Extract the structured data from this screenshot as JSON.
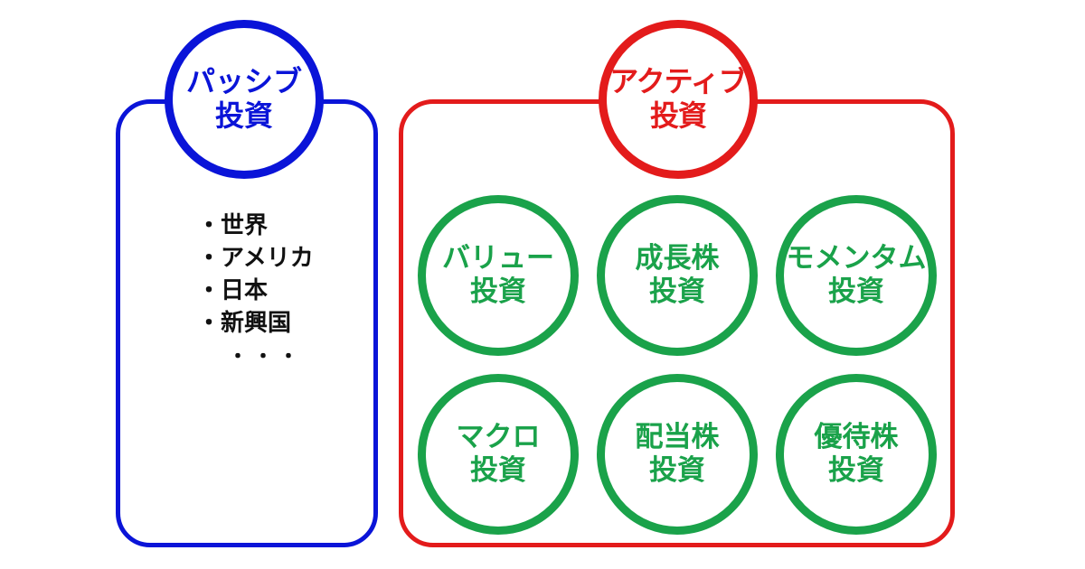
{
  "passive": {
    "title_line1": "パッシブ",
    "title_line2": "投資",
    "items": [
      "・世界",
      "・アメリカ",
      "・日本",
      "・新興国"
    ],
    "ellipsis": "・・・"
  },
  "active": {
    "title_line1": "アクティブ",
    "title_line2": "投資",
    "strategies": [
      {
        "line1": "バリュー",
        "line2": "投資"
      },
      {
        "line1": "成長株",
        "line2": "投資"
      },
      {
        "line1": "モメンタム",
        "line2": "投資"
      },
      {
        "line1": "マクロ",
        "line2": "投資"
      },
      {
        "line1": "配当株",
        "line2": "投資"
      },
      {
        "line1": "優待株",
        "line2": "投資"
      }
    ]
  },
  "colors": {
    "passive": "#0a14d8",
    "active": "#e31b1b",
    "strategy": "#1aa24a"
  }
}
